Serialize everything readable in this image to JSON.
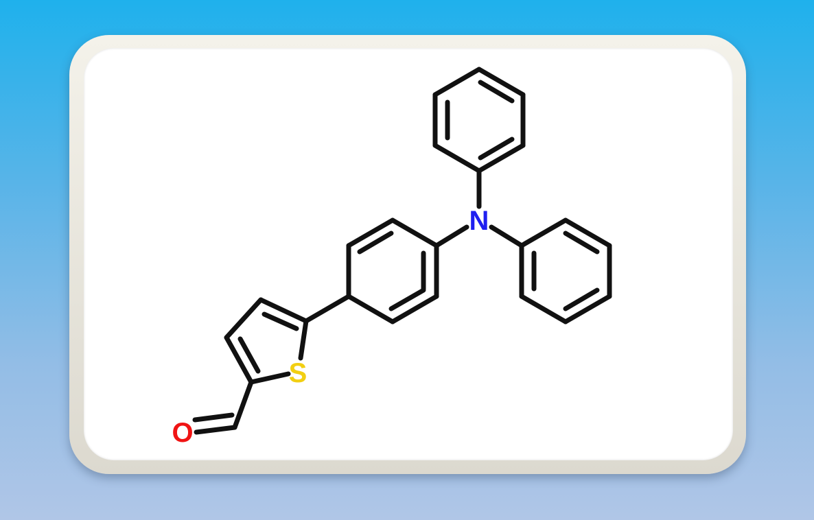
{
  "atoms": {
    "nitrogen": {
      "label": "N",
      "color": "#1f1ff0"
    },
    "sulfur": {
      "label": "S",
      "color": "#f2cf12"
    },
    "oxygen": {
      "label": "O",
      "color": "#f01414"
    }
  },
  "colors": {
    "bond": "#111111",
    "background_top": "#1fb1ec",
    "background_bottom": "#b0c6e7",
    "card": "#ffffff",
    "frame": "#e8e6dc"
  }
}
